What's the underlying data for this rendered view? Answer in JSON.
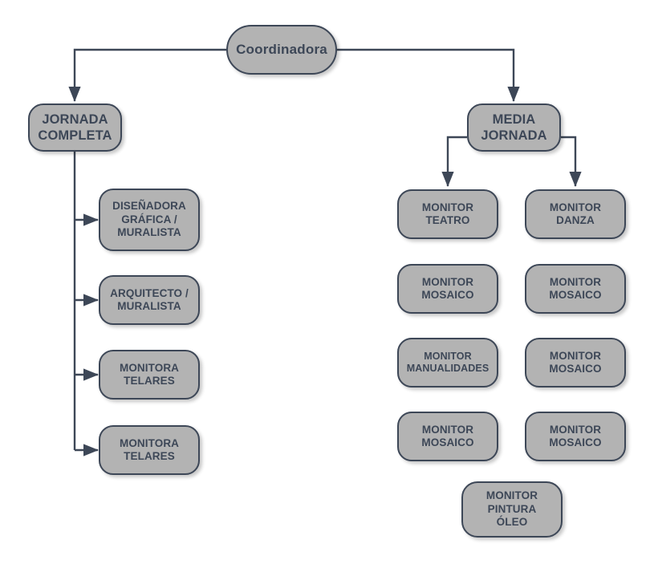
{
  "diagram": {
    "type": "organizational-chart",
    "title_text": "",
    "colors": {
      "node_fill": "#b3b3b3",
      "node_stroke": "#3d4757",
      "text": "#3d4757",
      "connector": "#3d4757",
      "background": "#ffffff"
    },
    "root": {
      "id": "coordinadora",
      "label": "Coordinadora"
    },
    "branches": [
      {
        "id": "jornada-completa",
        "label": "JORNADA\nCOMPLETA",
        "children": [
          {
            "id": "disenadora-grafica-muralista",
            "label": "DISEÑADORA\nGRÁFICA /\nMURALISTA"
          },
          {
            "id": "arquitecto-muralista",
            "label": "ARQUITECTO /\nMURALISTA"
          },
          {
            "id": "monitora-telares-1",
            "label": "MONITORA\nTELARES"
          },
          {
            "id": "monitora-telares-2",
            "label": "MONITORA\nTELARES"
          }
        ]
      },
      {
        "id": "media-jornada",
        "label": "MEDIA\nJORNADA",
        "children": [
          {
            "id": "monitor-teatro",
            "label": "MONITOR\nTEATRO"
          },
          {
            "id": "monitor-danza",
            "label": "MONITOR\nDANZA"
          },
          {
            "id": "monitor-mosaico-1",
            "label": "MONITOR\nMOSAICO"
          },
          {
            "id": "monitor-mosaico-2",
            "label": "MONITOR\nMOSAICO"
          },
          {
            "id": "monitor-manualidades",
            "label": "MONITOR\nMANUALIDADES"
          },
          {
            "id": "monitor-mosaico-3",
            "label": "MONITOR\nMOSAICO"
          },
          {
            "id": "monitor-mosaico-4",
            "label": "MONITOR\nMOSAICO"
          },
          {
            "id": "monitor-mosaico-5",
            "label": "MONITOR\nMOSAICO"
          },
          {
            "id": "monitor-pintura-oleo",
            "label": "MONITOR\nPINTURA\nÓLEO"
          }
        ]
      }
    ]
  }
}
